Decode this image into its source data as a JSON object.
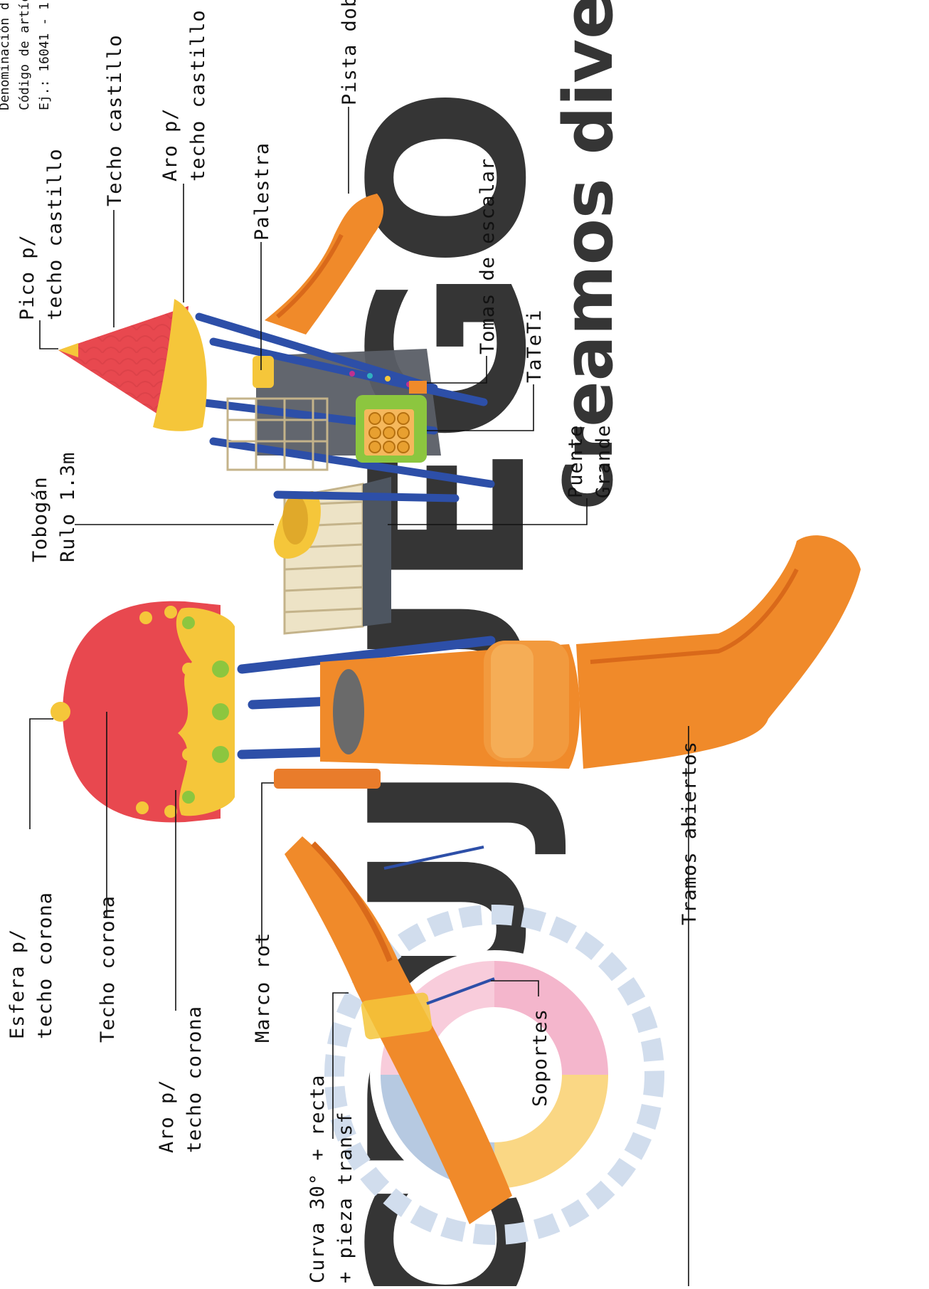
{
  "header": {
    "line1": "Denominación d",
    "line2": "Código de artíc",
    "line3": "Ej.: 16041 - 1"
  },
  "watermark": {
    "brand": "CRUJUEGO",
    "slogan": "Creamos diver"
  },
  "colors": {
    "orange": "#F08A2A",
    "orange_dark": "#D9691A",
    "red": "#E8484F",
    "yellow": "#F5C63A",
    "blue": "#2D4FA8",
    "green": "#8CC63F",
    "watermark_blue": "#A9C0DC",
    "watermark_pink": "#F3A9C3",
    "watermark_yellow": "#FAD06E"
  },
  "labels": {
    "esfera_1": "Esfera p/",
    "esfera_2": "techo corona",
    "techo_corona": "Techo corona",
    "aro_corona_1": "Aro p/",
    "aro_corona_2": "techo corona",
    "marco_rot": "Marco rot",
    "curva_1": "Curva 30° + recta",
    "curva_2": "+ pieza transf",
    "soportes": "Soportes",
    "tramos_abiertos": "Tramos abiertos",
    "tobogan_1": "Tobogán",
    "tobogan_2": "Rulo 1.3m",
    "puente_1": "Puente",
    "puente_2": "Grande",
    "pico_1": "Pico p/",
    "pico_2": "techo castillo",
    "techo_castillo": "Techo castillo",
    "aro_castillo_1": "Aro p/",
    "aro_castillo_2": "techo castillo",
    "palestra": "Palestra",
    "tomas": "Tomas de escalar",
    "tateti": "TaTeTi",
    "pista_doble": "Pista doble"
  }
}
